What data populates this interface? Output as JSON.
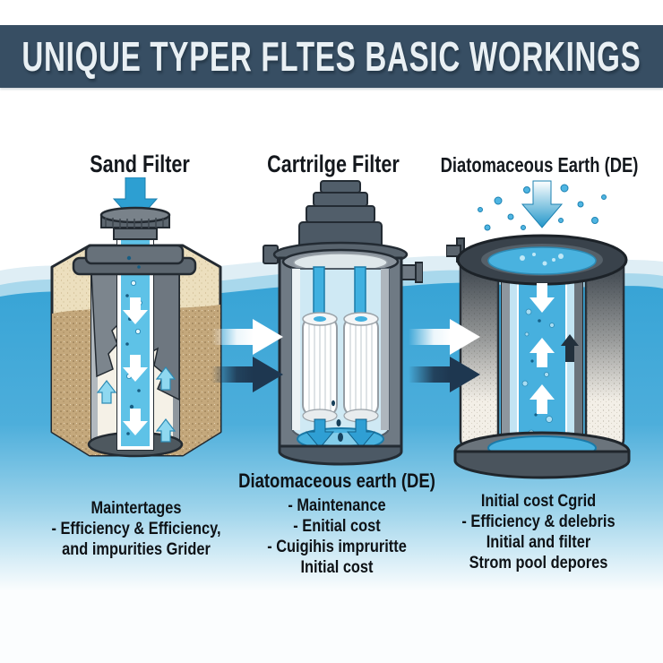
{
  "banner": {
    "title": "UNIQUE TYPER FLTES BASIC WORKINGS",
    "bg_color": "#374e63",
    "text_color": "#e9f0f4"
  },
  "columns": [
    {
      "label": "Sand Filter",
      "caption_lines": [
        "Maintertages",
        "- Efficiency & Efficiency,",
        "and impurities Grider"
      ]
    },
    {
      "label": "Cartrilge Filter",
      "caption_heading": "Diatomaceous earth (DE)",
      "caption_lines": [
        "- Maintenance",
        "- Enitial cost",
        "- Cuigihis impruritte",
        "Initial cost"
      ]
    },
    {
      "label": "Diatomaceous Earth (DE)",
      "caption_lines": [
        "Initial cost Cgrid",
        "- Efficiency & delebris",
        "Initial and filter",
        "Strom pool depores"
      ]
    }
  ],
  "icons": {
    "flow_arrow_white": "right-arrow-white",
    "flow_arrow_dark": "right-arrow-dark",
    "inflow_arrow": "down-arrow-blue"
  },
  "colors": {
    "water_blue": "#3fa9d9",
    "pale_wave": "#dfeef5",
    "light_wave": "#a9d8ec",
    "arrow_dark_navy": "#1e3750",
    "sand_tan": "#c4a87c",
    "tank_gray": "#5c666f",
    "tube_blue": "#5ec2e7",
    "outline_dark": "#232a31"
  }
}
